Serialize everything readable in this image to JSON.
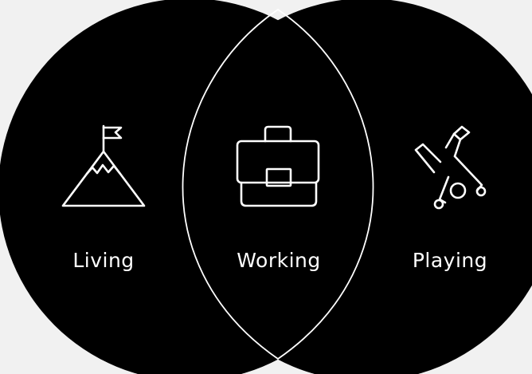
{
  "diagram": {
    "type": "venn",
    "colors": {
      "background": "#f1f1f1",
      "circle_fill": "#000000",
      "outline": "#ffffff",
      "text": "#ffffff"
    },
    "sets": [
      {
        "label": "Living",
        "icon": "mountain-flag-icon"
      },
      {
        "label": "Playing",
        "icon": "cartwheel-person-icon"
      }
    ],
    "intersection": {
      "label": "Working",
      "icon": "briefcase-icon"
    }
  }
}
